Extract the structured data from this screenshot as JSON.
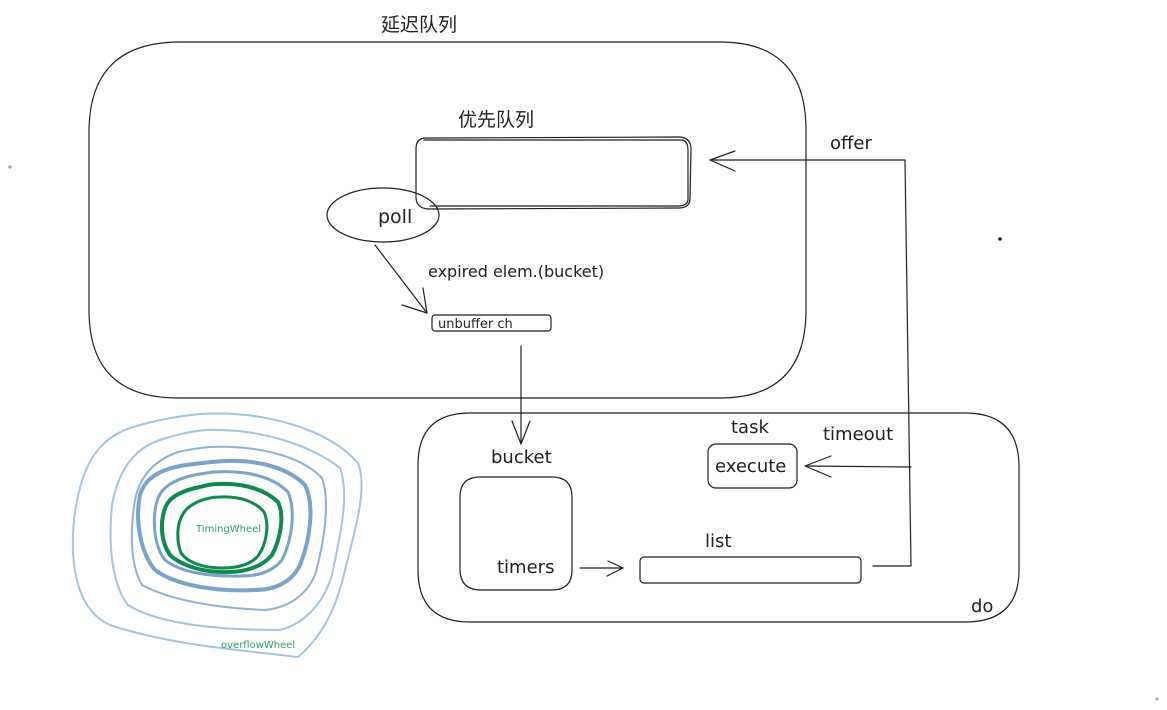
{
  "delay_queue": {
    "title": "延迟队列"
  },
  "priority_queue": {
    "title": "优先队列"
  },
  "poll": {
    "label": "poll"
  },
  "expired": {
    "label": "expired elem.(bucket)"
  },
  "unbuffer": {
    "label": "unbuffer ch"
  },
  "offer": {
    "label": "offer"
  },
  "bucket": {
    "label": "bucket",
    "timers_label": "timers"
  },
  "task": {
    "label": "task",
    "execute_label": "execute"
  },
  "timeout": {
    "label": "timeout"
  },
  "list": {
    "label": "list"
  },
  "do_box": {
    "label": "do"
  },
  "wheels": {
    "inner_label": "TimingWheel",
    "outer_label": "overflowWheel",
    "colors": {
      "outer": "#a5c4dd",
      "middle": "#7ba3c9",
      "inner": "#0d8a4f",
      "label": "#2f9e6e"
    }
  }
}
